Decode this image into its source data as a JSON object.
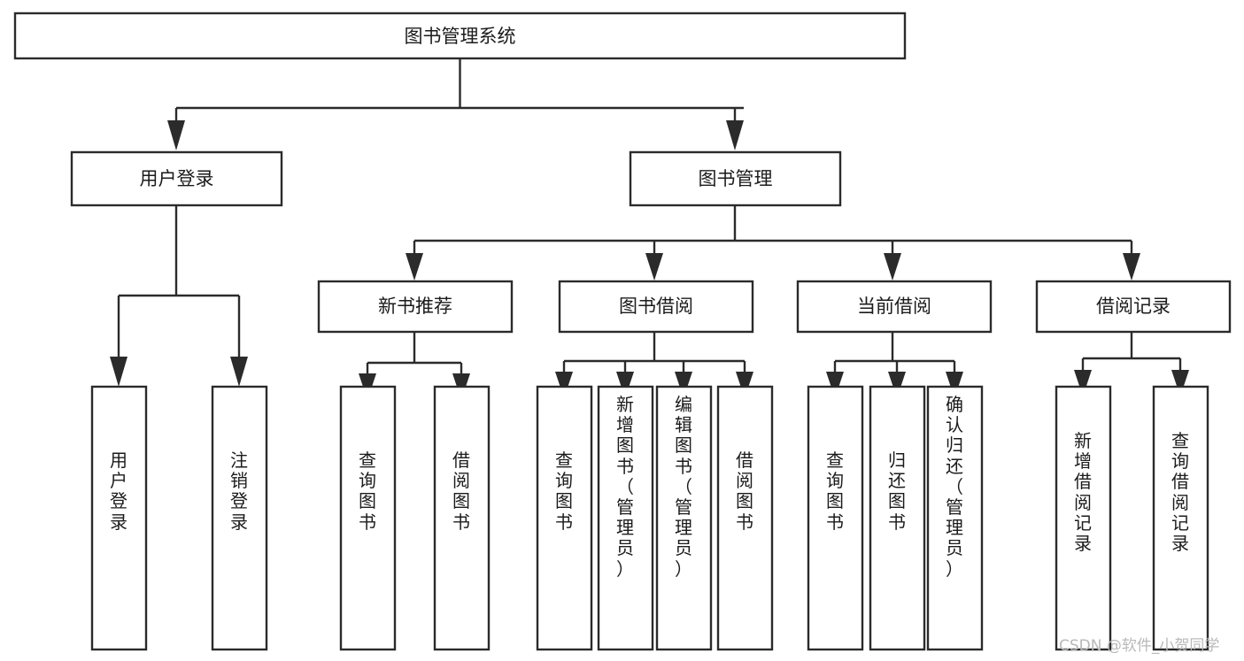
{
  "diagram": {
    "title": "图书管理系统",
    "type": "hierarchy-tree",
    "orientation": "top-down",
    "levels": 4,
    "colors": {
      "box_fill": "#ffffff",
      "box_stroke": "#2b2b2b",
      "connector": "#2b2b2b",
      "text": "#1b1b1b",
      "background": "#ffffff",
      "watermark": "#b9b9b9"
    },
    "root": {
      "label": "图书管理系统"
    },
    "level2": [
      {
        "id": "user-login",
        "label": "用户登录"
      },
      {
        "id": "book-management",
        "label": "图书管理"
      }
    ],
    "level3": [
      {
        "id": "new-book-recommend",
        "label": "新书推荐",
        "parent": "book-management"
      },
      {
        "id": "book-borrow",
        "label": "图书借阅",
        "parent": "book-management"
      },
      {
        "id": "current-borrow",
        "label": "当前借阅",
        "parent": "book-management"
      },
      {
        "id": "borrow-record",
        "label": "借阅记录",
        "parent": "book-management"
      }
    ],
    "leaves": {
      "user-login": [
        {
          "id": "leaf-user-login",
          "label": "用户登录"
        },
        {
          "id": "leaf-logout-login",
          "label": "注销登录"
        }
      ],
      "new-book-recommend": [
        {
          "id": "leaf-query-book-1",
          "label": "查询图书"
        },
        {
          "id": "leaf-borrow-book-1",
          "label": "借阅图书"
        }
      ],
      "book-borrow": [
        {
          "id": "leaf-query-book-2",
          "label": "查询图书"
        },
        {
          "id": "leaf-add-book",
          "label": "新增图书（管理员）"
        },
        {
          "id": "leaf-edit-book",
          "label": "编辑图书（管理员）"
        },
        {
          "id": "leaf-borrow-book-2",
          "label": "借阅图书"
        }
      ],
      "current-borrow": [
        {
          "id": "leaf-query-book-3",
          "label": "查询图书"
        },
        {
          "id": "leaf-return-book",
          "label": "归还图书"
        },
        {
          "id": "leaf-confirm-return",
          "label": "确认归还（管理员）"
        }
      ],
      "borrow-record": [
        {
          "id": "leaf-add-record",
          "label": "新增借阅记录"
        },
        {
          "id": "leaf-query-record",
          "label": "查询借阅记录"
        }
      ]
    }
  },
  "watermark": {
    "text": "CSDN @软件_小贺同学"
  }
}
